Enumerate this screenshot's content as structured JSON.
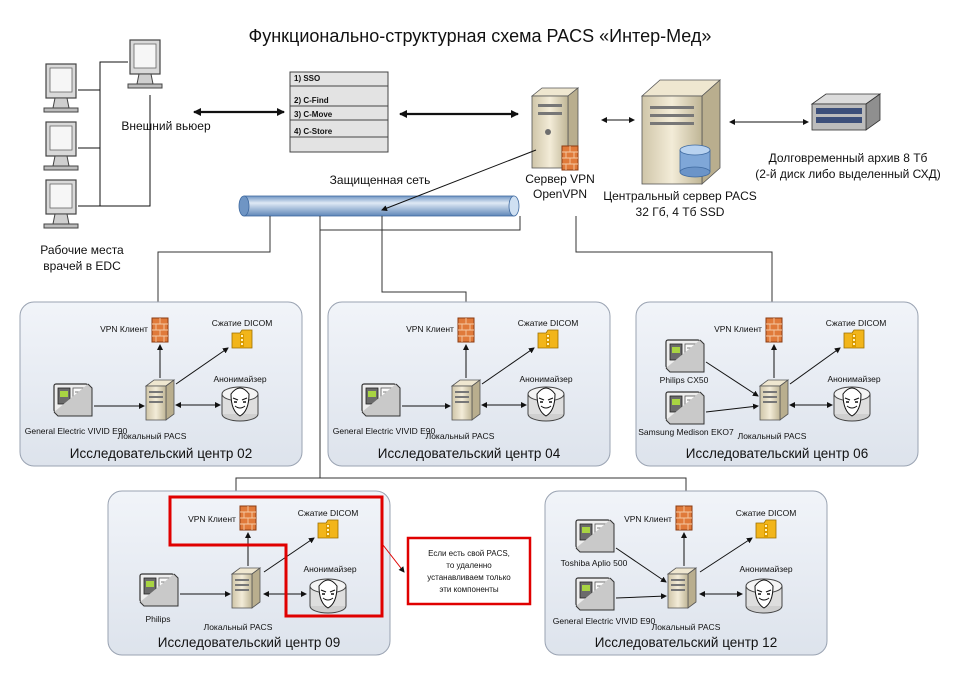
{
  "title": "Функционально-структурная схема PACS «Интер-Мед»",
  "workstations": {
    "line1": "Рабочие места",
    "line2": "врачей в EDC"
  },
  "external_viewer": "Внешний вьюер",
  "protocols": [
    "1) SSO",
    "2) C-Find",
    "3) C-Move",
    "4)  C-Store"
  ],
  "vpn_server": {
    "line1": "Сервер VPN",
    "line2": "OpenVPN"
  },
  "central_server": {
    "line1": "Центральный сервер PACS",
    "line2": "32 Гб, 4 Тб SSD"
  },
  "archive": {
    "line1": "Долговременный архив 8 Тб",
    "line2": "(2-й диск либо выделенный СХД)"
  },
  "secure_net": "Защищенная сеть",
  "common": {
    "vpn_client": "VPN Клиент",
    "dicom": "Сжатие DICOM",
    "anonymizer": "Анонимайзер",
    "local_pacs": "Локальный PACS"
  },
  "centers": [
    {
      "name": "Исследовательский центр 02",
      "devices": [
        "General Electric VIVID E90"
      ]
    },
    {
      "name": "Исследовательский центр 04",
      "devices": [
        "General Electric VIVID E90"
      ]
    },
    {
      "name": "Исследовательский центр 06",
      "devices": [
        "Philips CX50",
        "Samsung Medison EKO7"
      ]
    },
    {
      "name": "Исследовательский центр 09",
      "devices": [
        "Philips"
      ]
    },
    {
      "name": "Исследовательский центр 12",
      "devices": [
        "Toshiba Aplio 500",
        "General Electric VIVID E90"
      ]
    }
  ],
  "note": {
    "line1": "Если есть свой PACS,",
    "line2": "то удаленно",
    "line3": "устанавливаем только",
    "line4": "эти компоненты"
  },
  "colors": {
    "box_fill": "#e8ecf3",
    "box_stroke": "#9aa3b2",
    "highlight": "#e00000",
    "pipe": "#9db8d8",
    "firewall": "#e07a3a",
    "folder": "#f2b51a",
    "server": "#e9dfc4"
  }
}
